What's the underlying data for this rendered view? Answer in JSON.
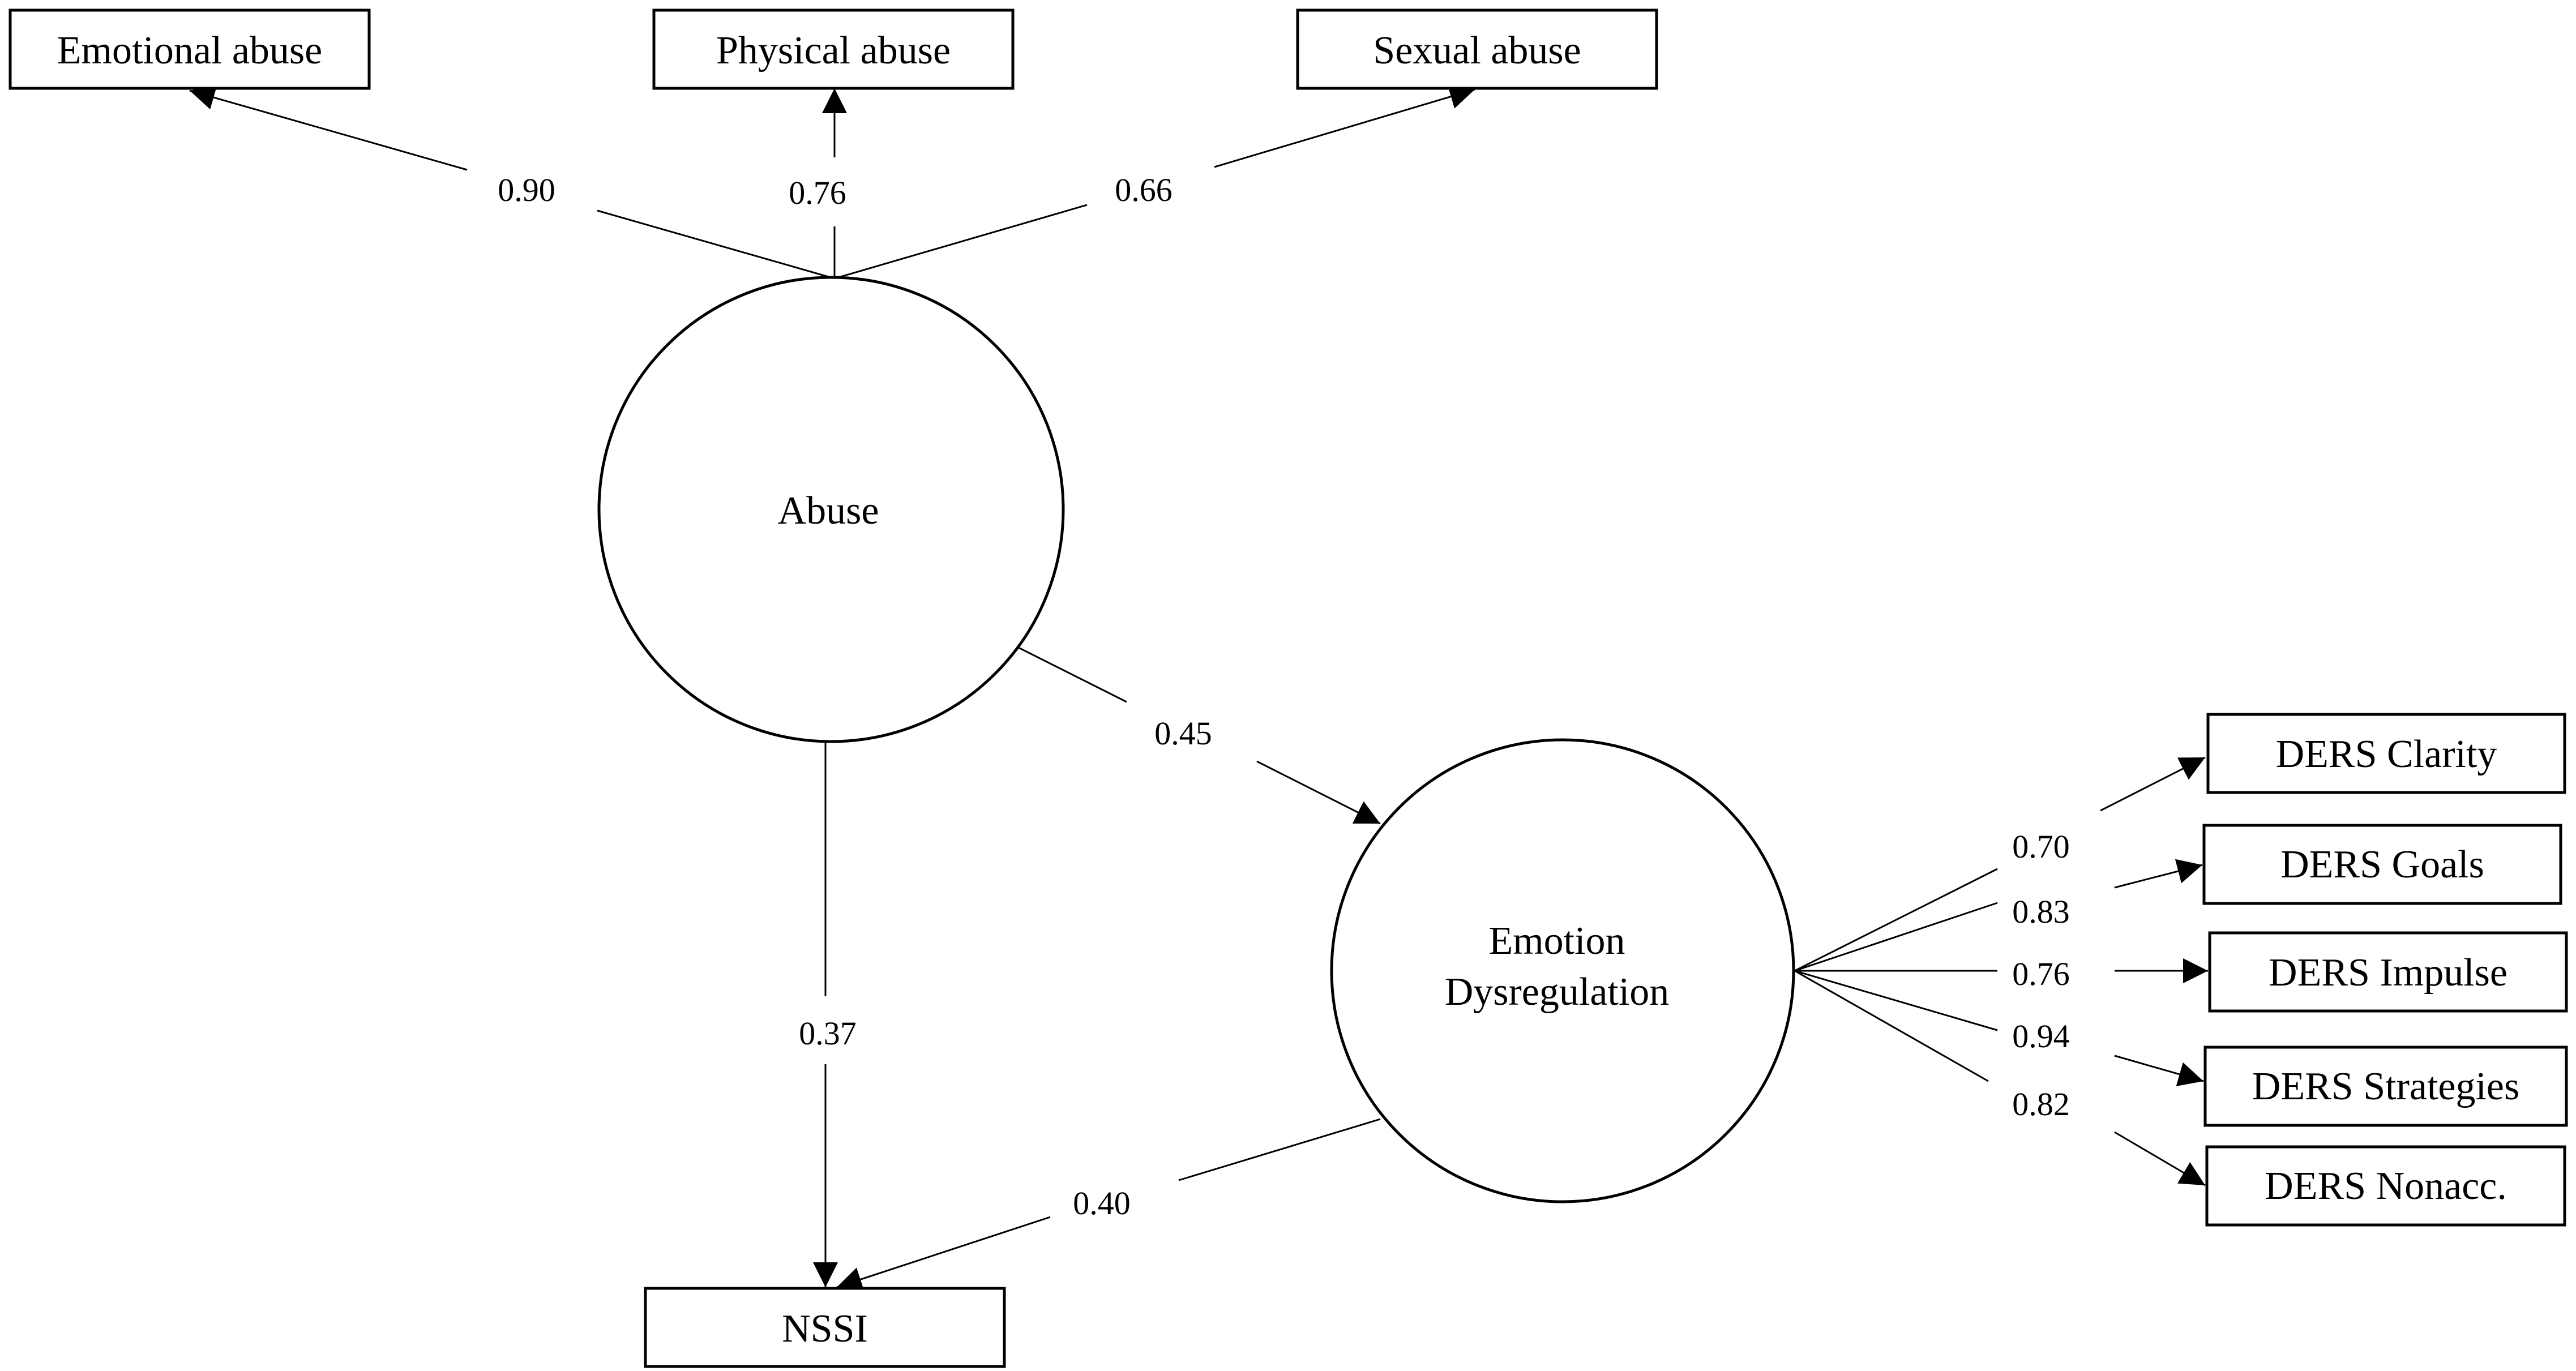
{
  "observed": {
    "emotional_abuse": "Emotional abuse",
    "physical_abuse": "Physical abuse",
    "sexual_abuse": "Sexual abuse",
    "nssi": "NSSI",
    "ders_clarity": "DERS Clarity",
    "ders_goals": "DERS Goals",
    "ders_impulse": "DERS Impulse",
    "ders_strategies": "DERS Strategies",
    "ders_nonacc": "DERS Nonacc."
  },
  "latent": {
    "abuse": "Abuse",
    "emotion_dysregulation_line1": "Emotion",
    "emotion_dysregulation_line2": "Dysregulation"
  },
  "loadings": {
    "emotional_abuse": "0.90",
    "physical_abuse": "0.76",
    "sexual_abuse": "0.66",
    "ders_clarity": "0.70",
    "ders_goals": "0.83",
    "ders_impulse": "0.76",
    "ders_strategies": "0.94",
    "ders_nonacc": "0.82"
  },
  "paths": {
    "abuse_to_emotion_dysregulation": "0.45",
    "abuse_to_nssi": "0.37",
    "emotion_dysregulation_to_nssi": "0.40"
  }
}
